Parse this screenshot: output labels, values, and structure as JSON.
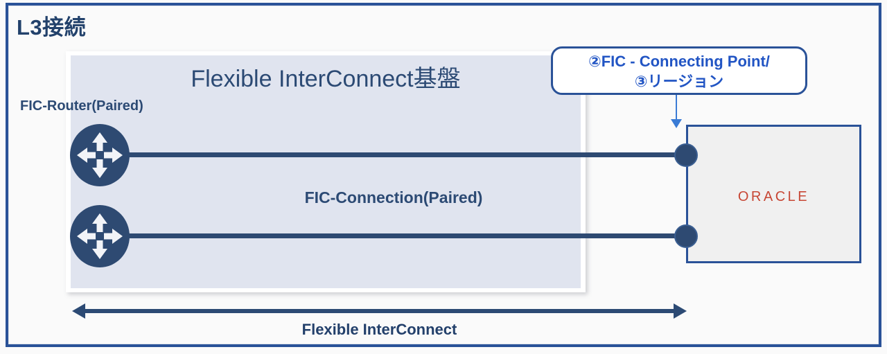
{
  "slide": {
    "title": "L3接続",
    "border_color": "#2a5298",
    "background": "#fafafa"
  },
  "platform_panel": {
    "title": "Flexible InterConnect基盤",
    "fill_color": "#e0e4ef"
  },
  "labels": {
    "router_group": "FIC-Router(Paired)",
    "connection_group": "FIC-Connection(Paired)",
    "span_arrow": "Flexible InterConnect"
  },
  "routers": [
    {
      "name": "router-top",
      "icon": "router-icon"
    },
    {
      "name": "router-bottom",
      "icon": "router-icon"
    }
  ],
  "callout": {
    "line1": "②FIC - Connecting Point/",
    "line2": "③リージョン",
    "text_color": "#2255c4",
    "border_color": "#2a5298",
    "arrow_color": "#3a7bd5"
  },
  "cloud_box": {
    "logo_text": "ORACLE",
    "logo_color": "#c74634",
    "border_color": "#2a5298",
    "fill_color": "#f0f0f0"
  },
  "connections": [
    {
      "name": "fic-connection-1",
      "endpoint": "connection-dot-top"
    },
    {
      "name": "fic-connection-2",
      "endpoint": "connection-dot-bottom"
    }
  ],
  "colors": {
    "navy": "#2c4a74",
    "router_fill": "#2e4a72",
    "line": "#2e4a72"
  }
}
